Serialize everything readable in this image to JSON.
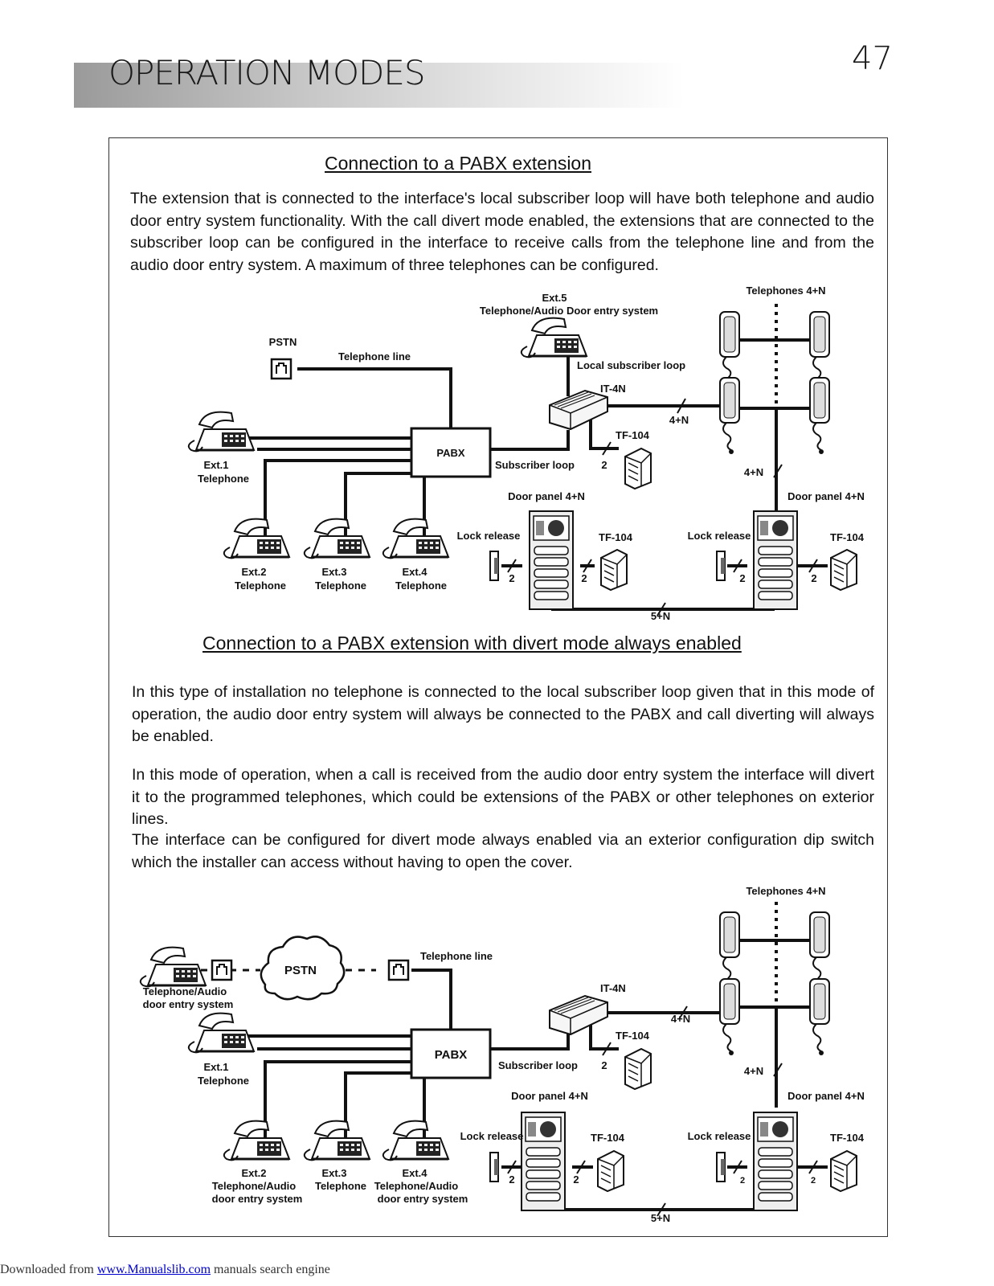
{
  "header": {
    "title": "OPERATION MODES",
    "page_number": "47"
  },
  "section1": {
    "title": "Connection to a PABX extension",
    "paragraph": "The extension that is connected to the interface's local subscriber loop will have both telephone and audio door entry system functionality. With the call divert mode enabled, the extensions that are connected to the subscriber loop can be configured in the interface to receive calls from the telephone line and from the audio door entry system. A maximum of three telephones can be configured."
  },
  "diagram1": {
    "ext5_line1": "Ext.5",
    "ext5_line2": "Telephone/Audio Door entry system",
    "telephones": "Telephones 4+N",
    "pstn": "PSTN",
    "telephone_line": "Telephone line",
    "local_loop": "Local subscriber loop",
    "it4n": "IT-4N",
    "bus_4n": "4+N",
    "tf104_a": "TF-104",
    "pabx": "PABX",
    "subscriber_loop": "Subscriber loop",
    "two": "2",
    "ext1_line1": "Ext.1",
    "ext1_line2": "Telephone",
    "door_panel": "Door panel 4+N",
    "lock_release": "Lock release",
    "tf104": "TF-104",
    "ext2_line1": "Ext.2",
    "ext2_line2": "Telephone",
    "ext3_line1": "Ext.3",
    "ext3_line2": "Telephone",
    "ext4_line1": "Ext.4",
    "ext4_line2": "Telephone",
    "bus_5n": "5+N"
  },
  "section2": {
    "title": "Connection to a PABX extension with divert mode always enabled",
    "paragraph1": "In this type of installation no telephone is connected to the local subscriber loop given that in this mode of operation, the audio door entry system will always be connected to the PABX and call diverting will always be enabled.",
    "paragraph2": "In this mode of operation, when a call is received from the audio door entry system the interface will divert it to the programmed telephones, which could be extensions of the PABX or other telephones on exterior lines.",
    "paragraph3": "The interface can be configured for divert mode always enabled via an exterior configuration dip switch which the installer can access without having to open the cover."
  },
  "diagram2": {
    "telephones": "Telephones 4+N",
    "pstn": "PSTN",
    "telephone_line": "Telephone line",
    "tel_audio_line1": "Telephone/Audio",
    "tel_audio_line2": "door entry system",
    "it4n": "IT-4N",
    "bus_4n": "4+N",
    "tf104_a": "TF-104",
    "pabx": "PABX",
    "subscriber_loop": "Subscriber loop",
    "two": "2",
    "ext1_line1": "Ext.1",
    "ext1_line2": "Telephone",
    "door_panel": "Door panel 4+N",
    "lock_release": "Lock release",
    "tf104": "TF-104",
    "ext2_line1": "Ext.2",
    "ext2_line2": "Telephone/Audio",
    "ext2_line3": "door entry system",
    "ext3_line1": "Ext.3",
    "ext3_line2": "Telephone",
    "ext4_line1": "Ext.4",
    "ext4_line2": "Telephone/Audio",
    "ext4_line3": "door entry system",
    "bus_5n": "5+N"
  },
  "footer": {
    "prefix": "Downloaded from ",
    "link": "www.Manualslib.com",
    "suffix": "  manuals search engine"
  }
}
